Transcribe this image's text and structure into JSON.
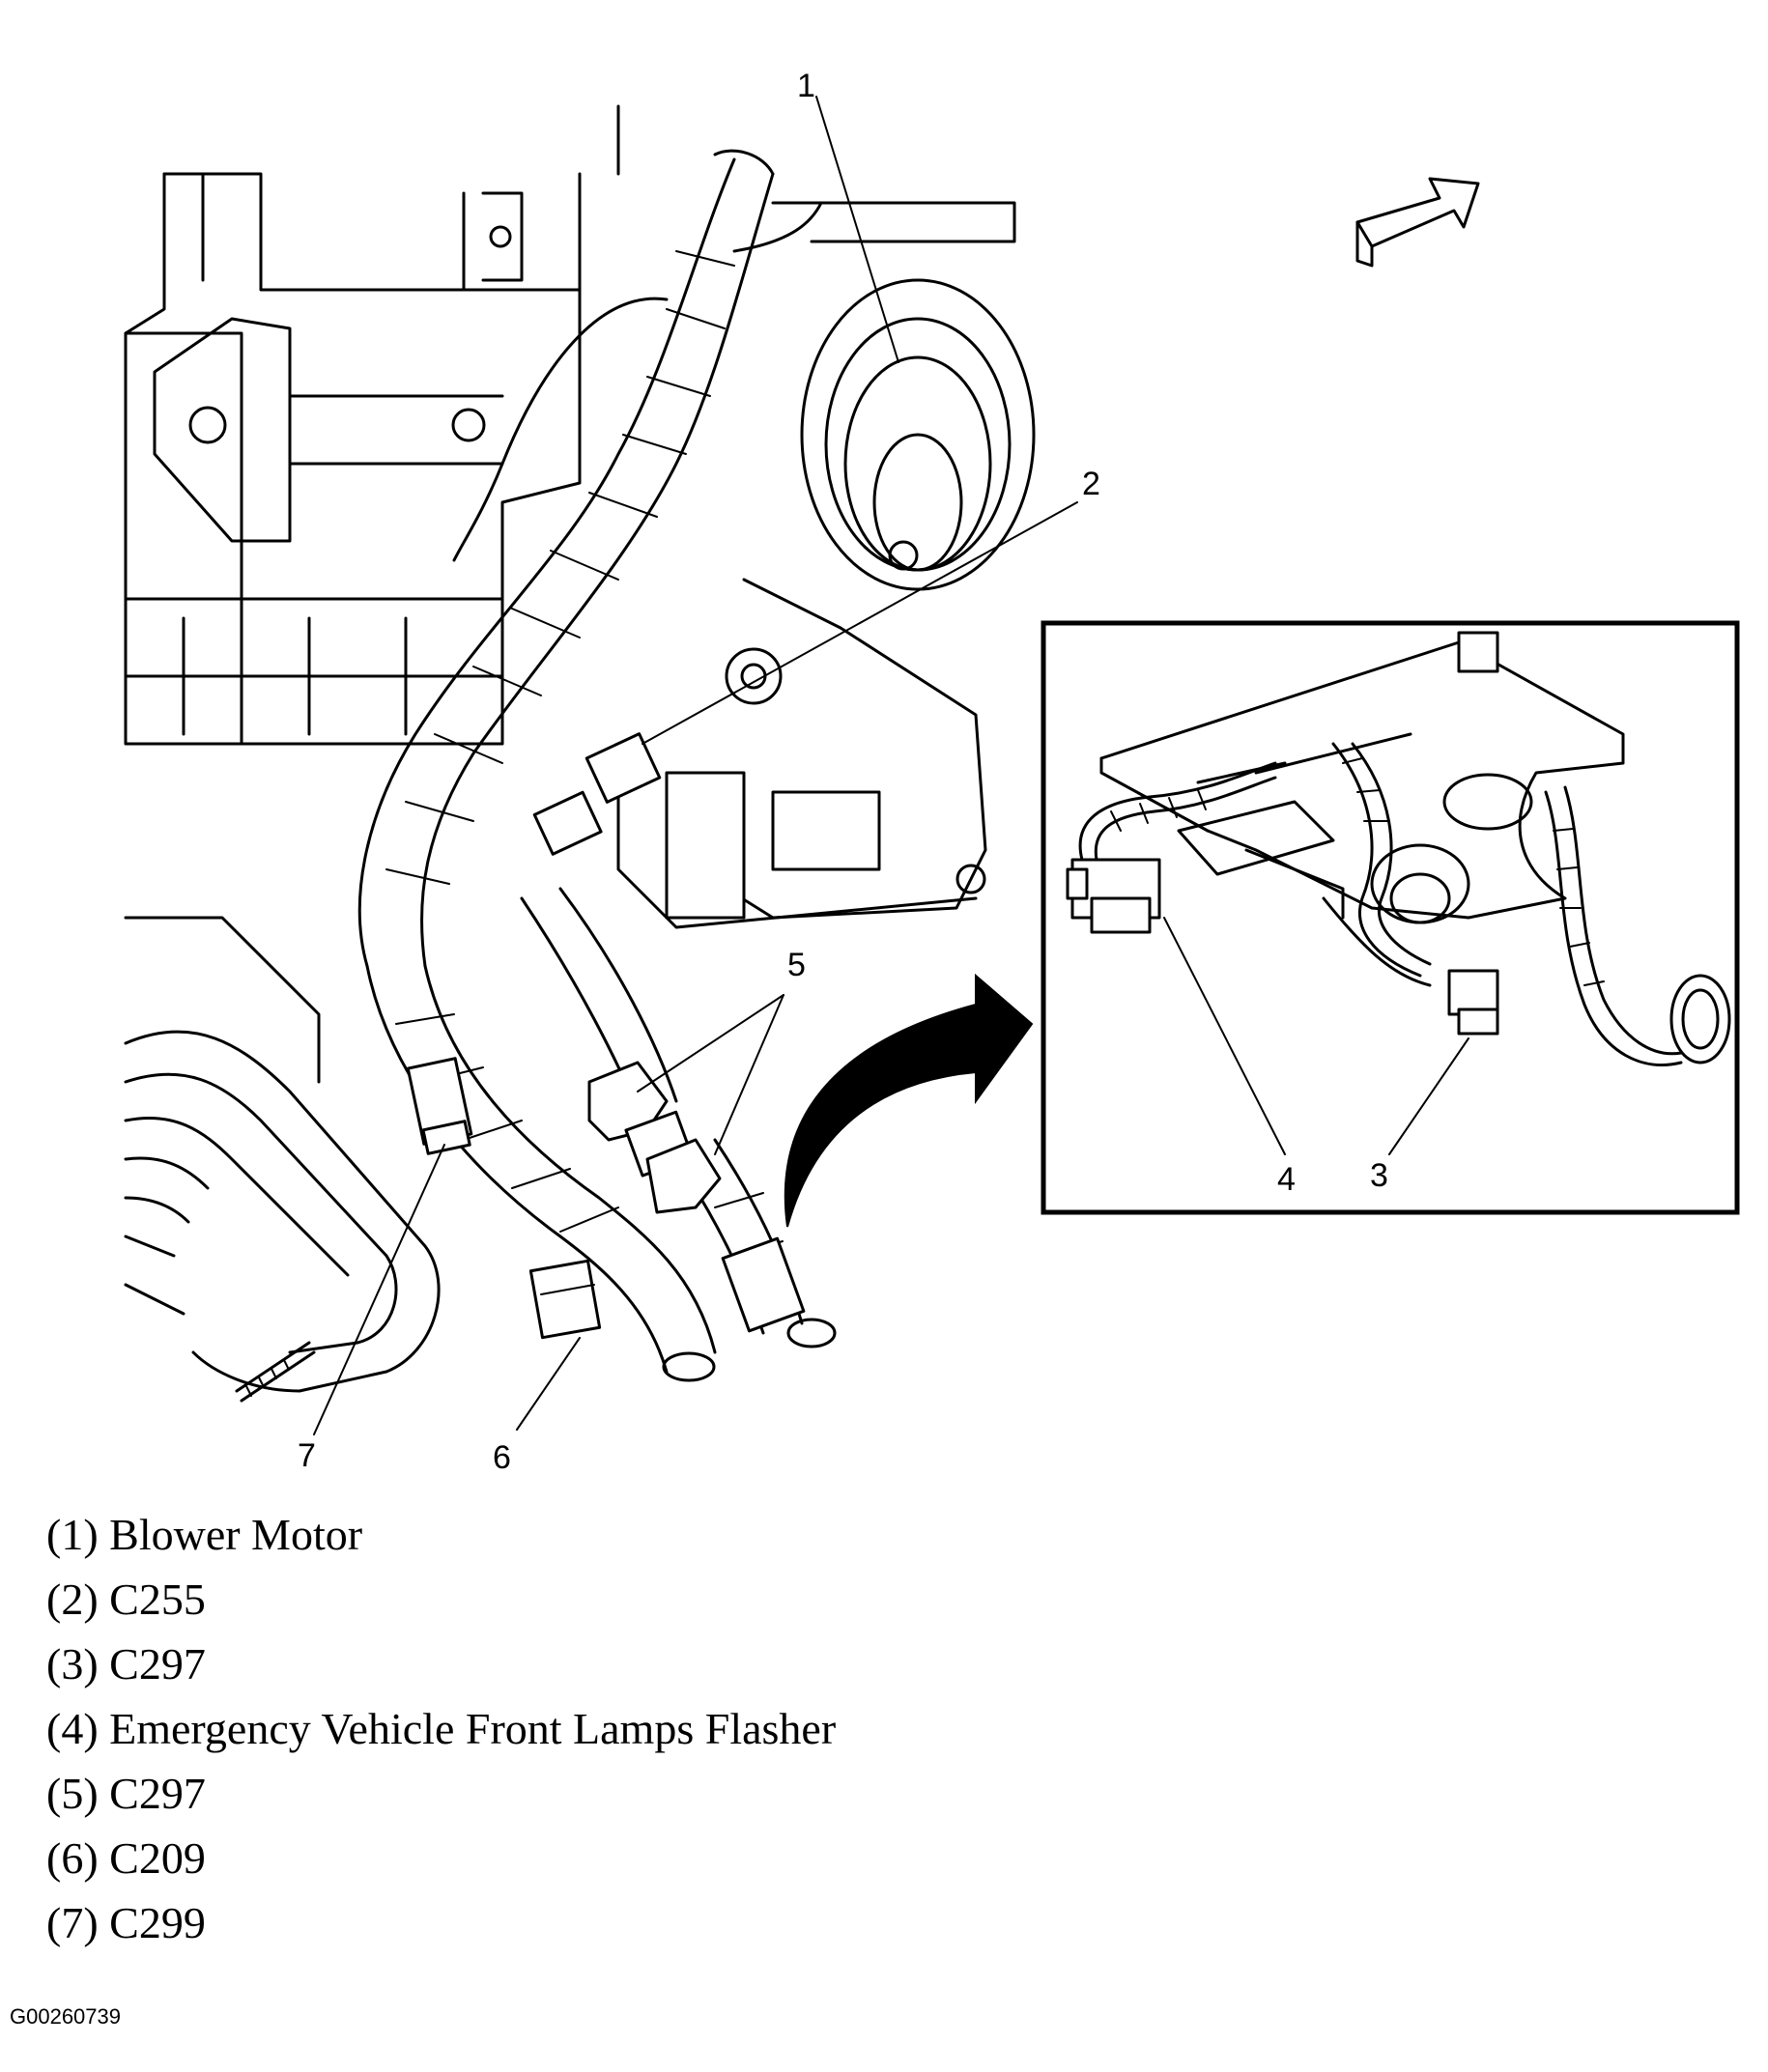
{
  "callouts": {
    "c1": "1",
    "c2": "2",
    "c3": "3",
    "c4": "4",
    "c5": "5",
    "c6": "6",
    "c7": "7"
  },
  "legend": [
    "(1) Blower Motor",
    "(2) C255",
    "(3) C297",
    "(4) Emergency Vehicle Front Lamps Flasher",
    "(5) C297",
    "(6) C209",
    "(7) C299"
  ],
  "figure_id": "G00260739"
}
